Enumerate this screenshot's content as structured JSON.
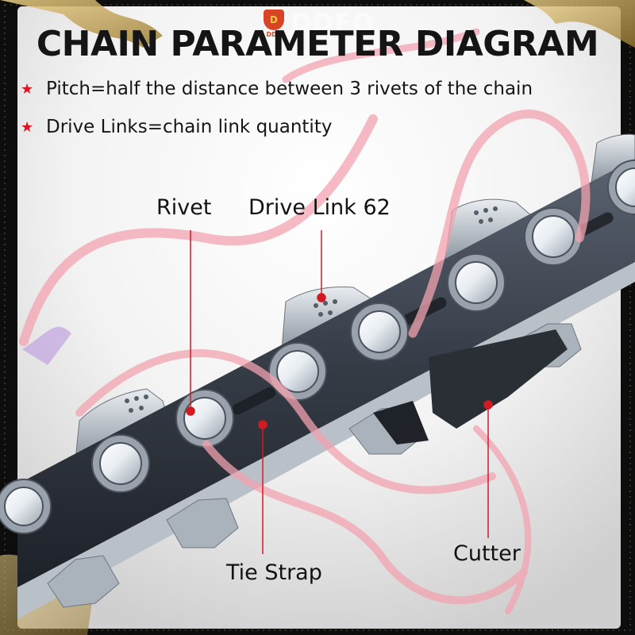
{
  "watermark": {
    "badge": "D",
    "badge_text": "DDF",
    "brand": "DDFO"
  },
  "title": "CHAIN PARAMETER DIAGRAM",
  "bullets": [
    {
      "icon": "star-icon",
      "text": "Pitch=half the distance between 3 rivets of the chain"
    },
    {
      "icon": "star-icon",
      "text": "Drive Links=chain link quantity"
    }
  ],
  "callouts": {
    "rivet": "Rivet",
    "drive_link": "Drive Link 62",
    "tie_strap": "Tie Strap",
    "cutter": "Cutter"
  },
  "colors": {
    "accent_red": "#e0141e",
    "ribbon_pink": "#f2a3b0",
    "ribbon_gold": "#c9a24e",
    "steel": "#3f4550",
    "chrome": "#eef2f6"
  }
}
